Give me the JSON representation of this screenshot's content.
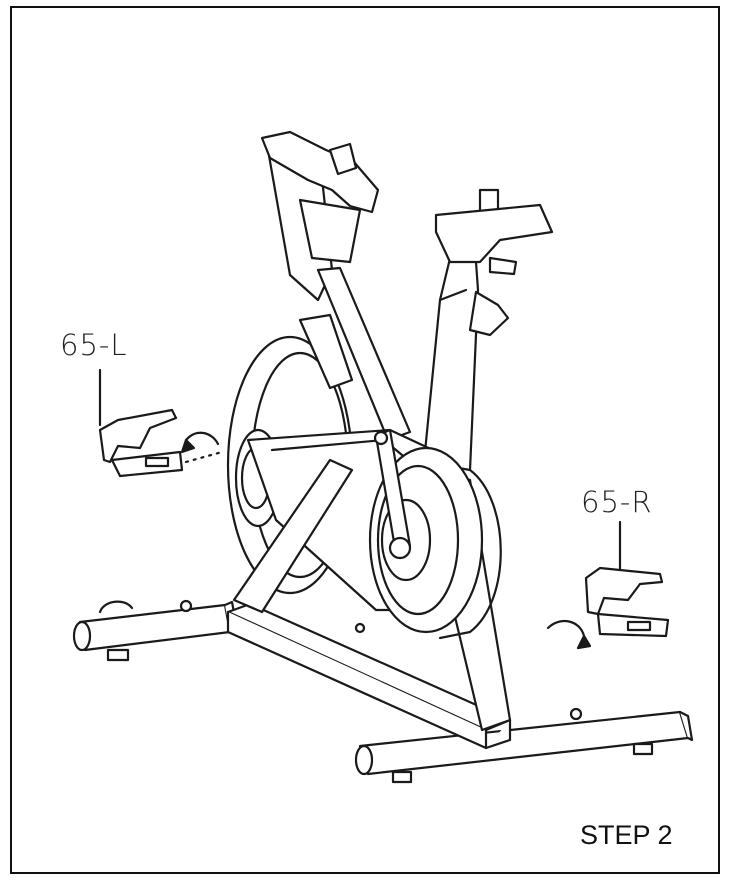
{
  "callouts": {
    "left_pedal": "65-L",
    "right_pedal": "65-R"
  },
  "step_label": "STEP 2",
  "colors": {
    "line": "#1a1a1a",
    "background": "#ffffff"
  }
}
